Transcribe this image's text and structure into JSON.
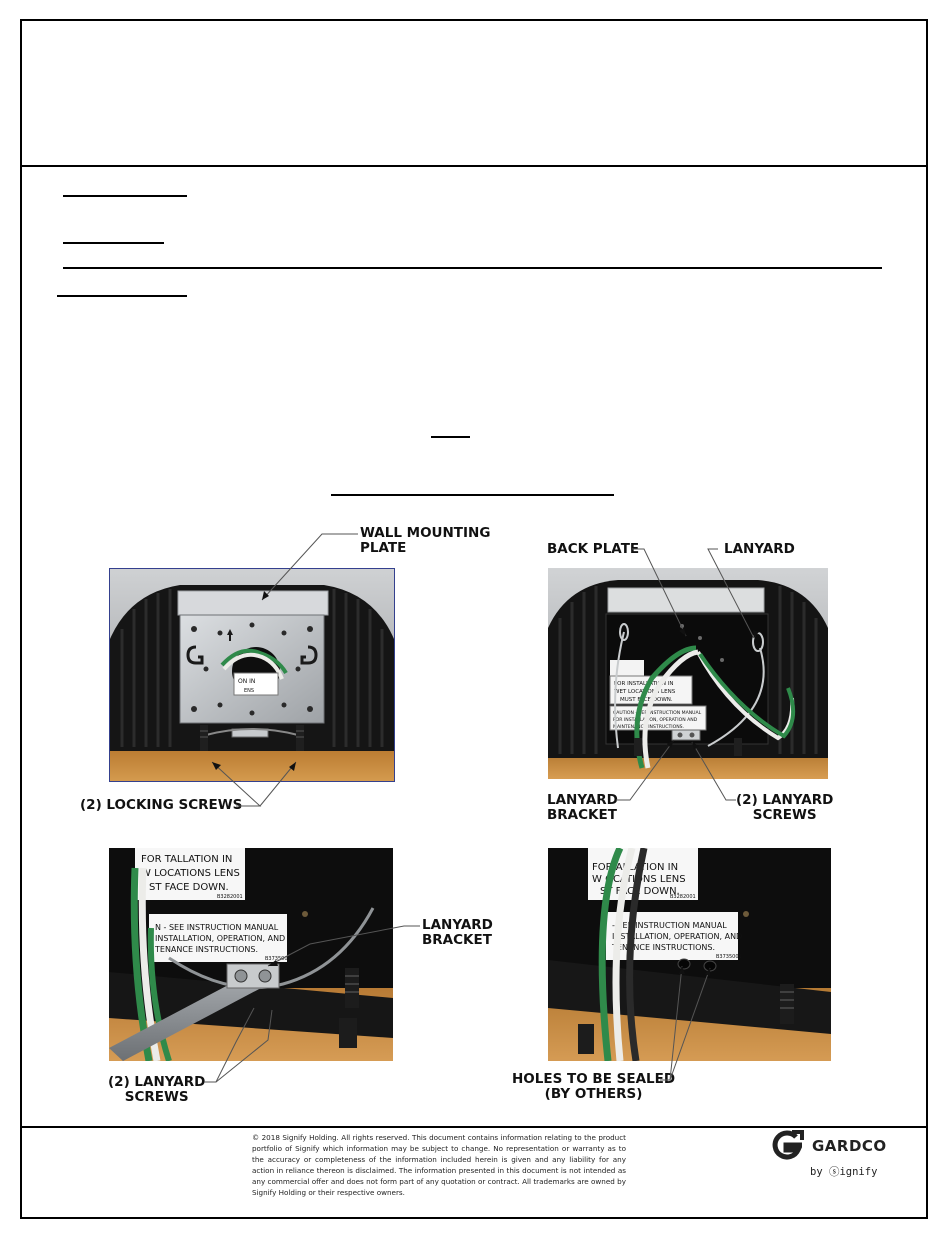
{
  "figures": [
    {
      "id": "fig1",
      "callouts": {
        "wall_mounting_plate": "WALL MOUNTING\nPLATE",
        "locking_screws": "(2) LOCKING SCREWS"
      },
      "labels": [
        "ON IN",
        "ENS"
      ]
    },
    {
      "id": "fig2",
      "callouts": {
        "back_plate": "BACK PLATE",
        "lanyard": "LANYARD",
        "lanyard_bracket": "LANYARD\nBRACKET",
        "lanyard_screws": "(2) LANYARD\nSCREWS"
      },
      "labels": [
        "FOR INSTALLATION IN",
        "WET LOCATIONS LENS",
        "MUST FACE DOWN.",
        "CAUTION - SEE INSTRUCTION MANUAL",
        "FOR INSTALLATION, OPERATION AND",
        "MAINTENANCE INSTRUCTIONS."
      ]
    },
    {
      "id": "fig3",
      "callouts": {
        "lanyard_bracket": "LANYARD\nBRACKET",
        "lanyard_screws": "(2) LANYARD\nSCREWS"
      },
      "labels": [
        "FOR  TALLATION IN",
        "W  LOCATIONS LENS",
        "ST FACE DOWN.",
        "B3282001",
        "N - SEE INSTRUCTION MANUAL",
        "INSTALLATION, OPERATION, AND",
        "TENANCE INSTRUCTIONS.",
        "B3735001"
      ]
    },
    {
      "id": "fig4",
      "callouts": {
        "holes": "HOLES TO BE SEALED\n(BY OTHERS)"
      },
      "labels": [
        "FOR  ALLATION IN",
        "W  OCATIONS LENS",
        "ST FACE DOWN.",
        "B3282001",
        "- SEE INSTRUCTION MANUAL",
        "INSTALLATION, OPERATION, AND",
        "TENANCE INSTRUCTIONS.",
        "B3735001"
      ]
    }
  ],
  "footer": {
    "disclaimer": "© 2018 Signify Holding. All rights reserved. This document contains information relating to the product portfolio of Signify which information may be subject to change. No representation or warranty as to the accuracy or completeness of the information included herein is given and any liability for any action in reliance thereon is disclaimed. The information presented in this document is not intended as any commercial offer and does not form part of any quotation or contract. All trademarks are owned by Signify Holding or their respective owners.",
    "brand": "GARDCO",
    "by_line": "by ⓢignify"
  },
  "colors": {
    "frame": "#000000",
    "wood": "#c8893e",
    "housing": "#1c1c1c",
    "steel": "#b9bcbf",
    "wire_green": "#2f8a4a",
    "wire_white": "#e9e9e4"
  }
}
